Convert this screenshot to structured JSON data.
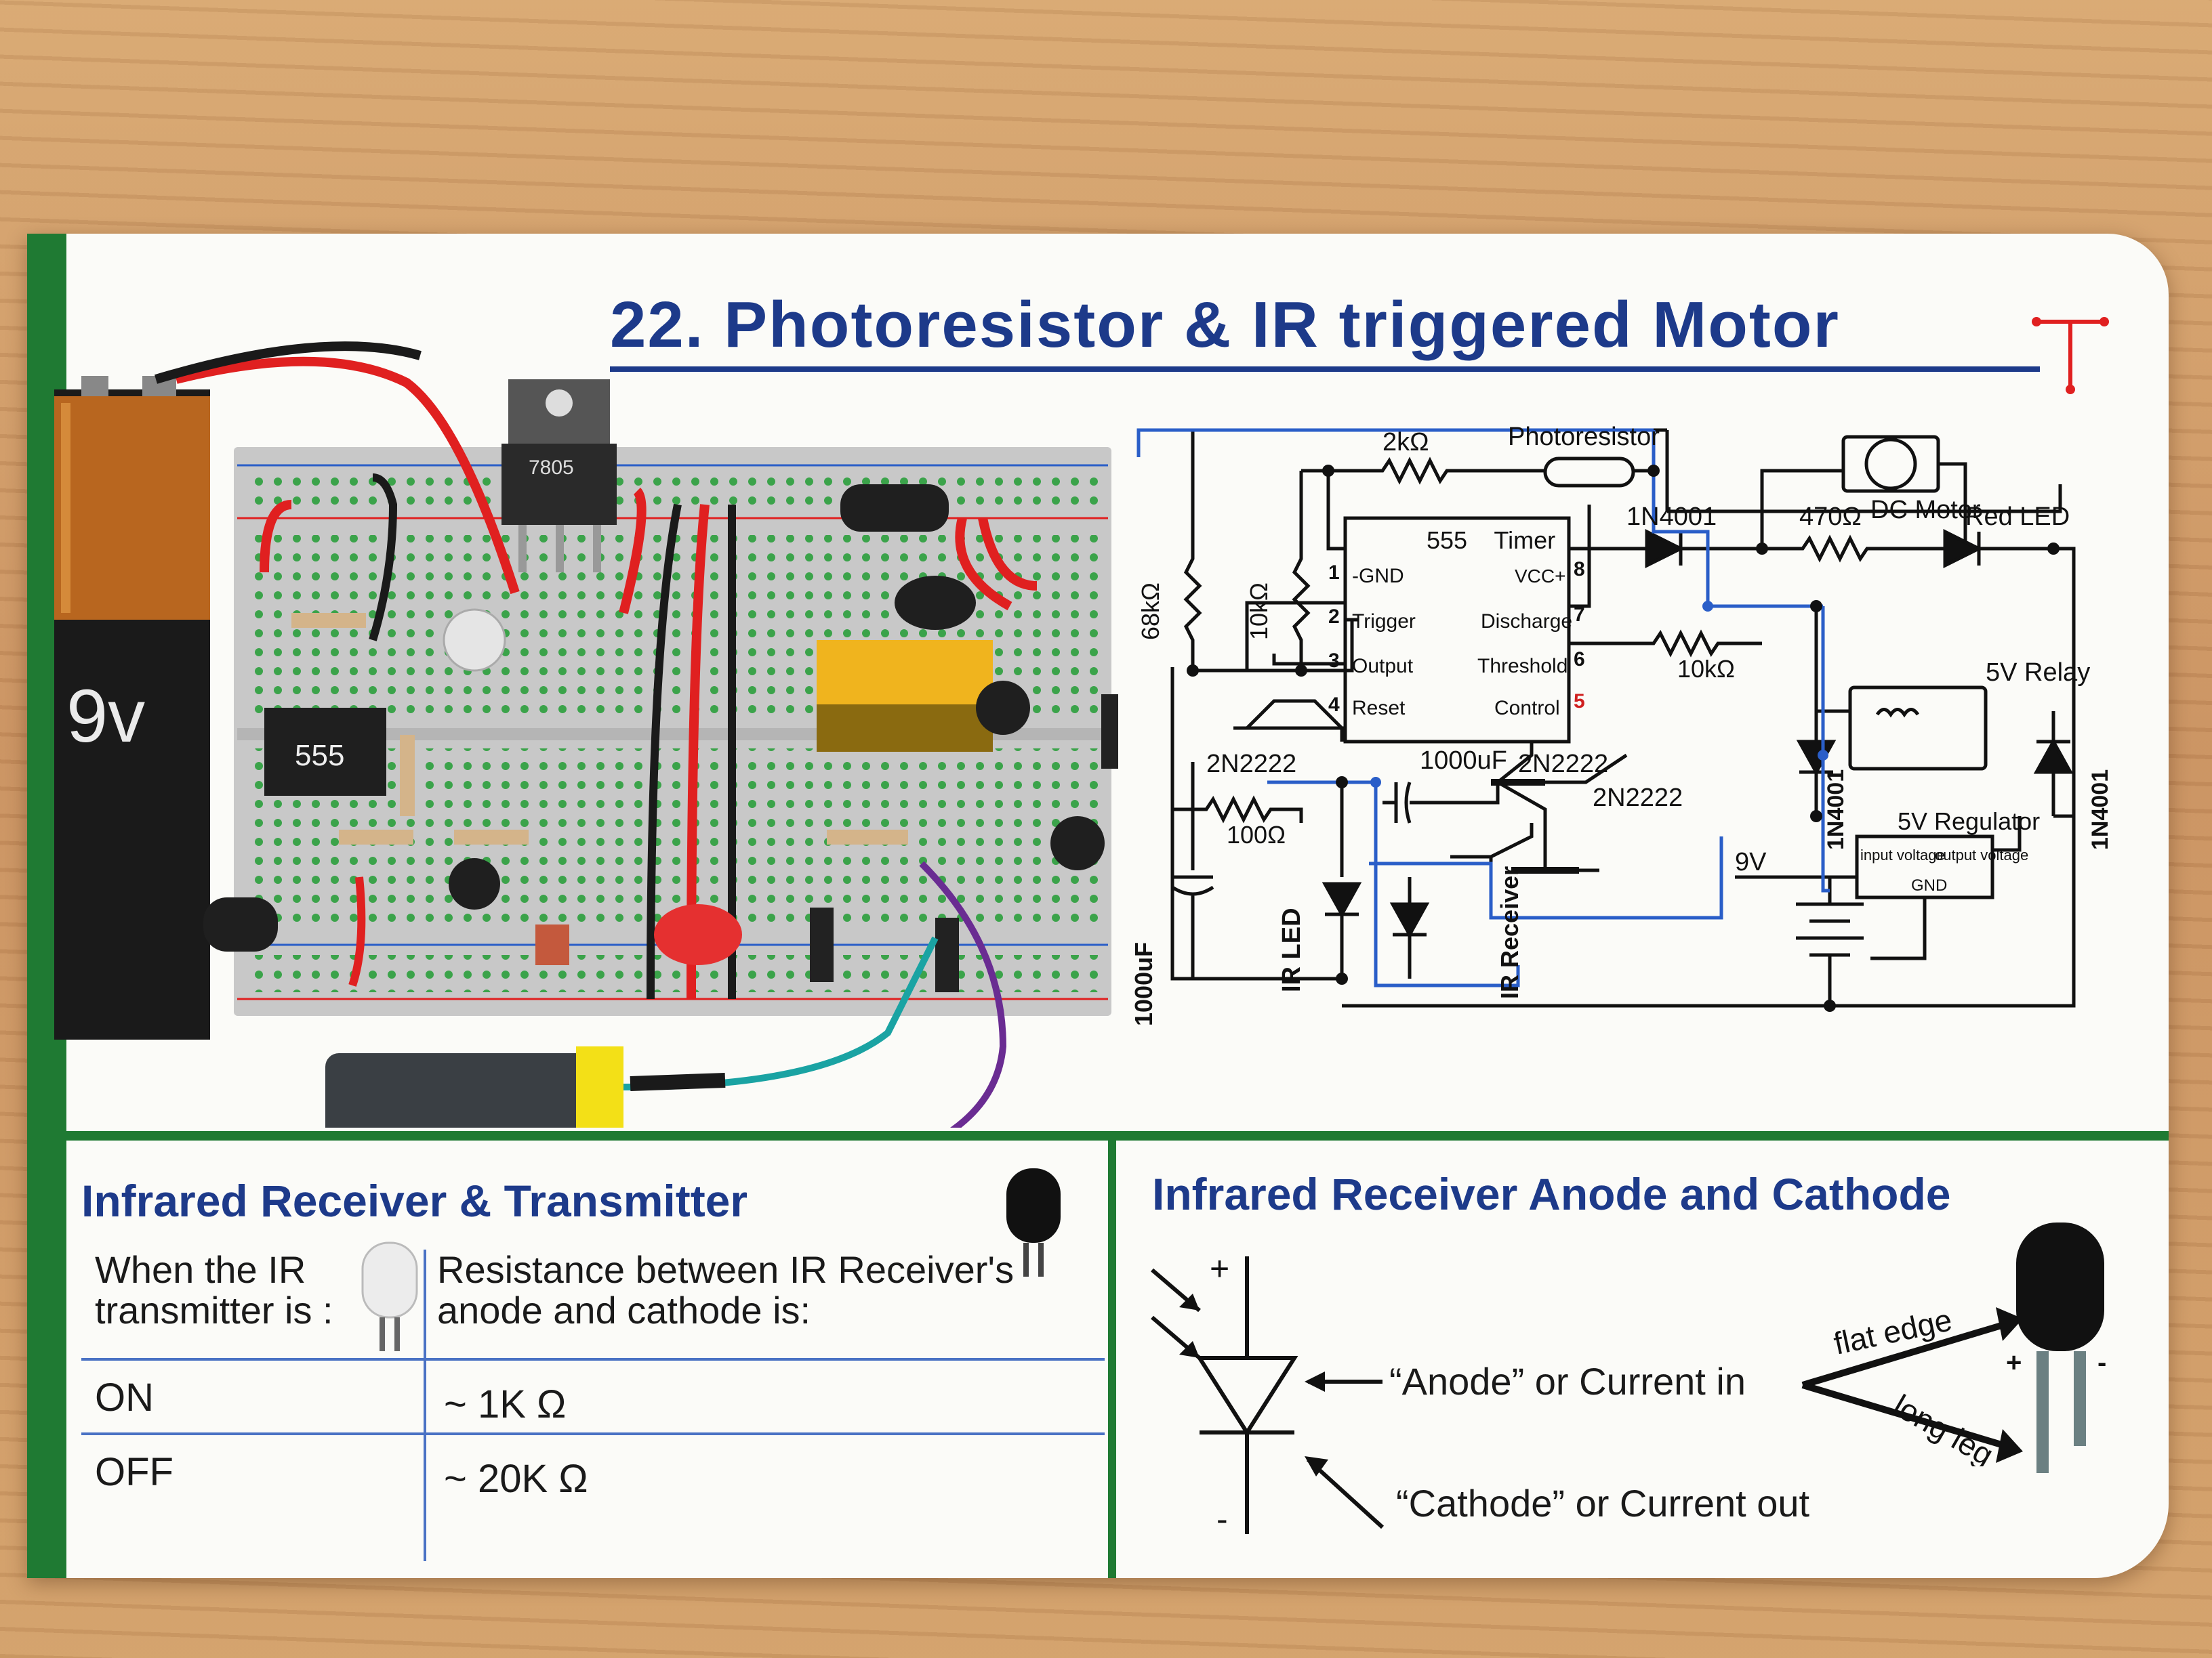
{
  "title": "22. Photoresistor & IR triggered Motor",
  "battery_label": "9v",
  "breadboard": {
    "regulator_label": "7805",
    "timer_label": "555"
  },
  "schematic": {
    "r_2k": "2kΩ",
    "photoresistor": "Photoresistor",
    "r_68k": "68kΩ",
    "r_10k_left": "10kΩ",
    "timer_title": "555    Timer",
    "pin_gnd": "-GND",
    "pin_vcc": "VCC+",
    "pin_trigger": "Trigger",
    "pin_discharge": "Discharge",
    "pin_output": "Output",
    "pin_threshold": "Threshold",
    "pin_reset": "Reset",
    "pin_control": "Control",
    "pin_num_1": "1",
    "pin_num_2": "2",
    "pin_num_3": "3",
    "pin_num_4": "4",
    "pin_num_5": "5",
    "pin_num_6": "6",
    "pin_num_7": "7",
    "pin_num_8": "8",
    "dc_motor": "DC Motor",
    "diode_top": "1N4001",
    "r_470": "470Ω",
    "red_led": "Red LED",
    "r_10k_right": "10kΩ",
    "relay": "5V Relay",
    "transistor_left": "2N2222",
    "cap_1000_mid": "1000uF",
    "transistor_mid": "2N2222",
    "transistor_low": "2N2222",
    "r_100": "100Ω",
    "ir_led": "IR LED",
    "ir_receiver": "IR Receiver",
    "cap_1000_left": "1000uF",
    "diode_left": "1N4001",
    "diode_right": "1N4001",
    "regulator": "5V Regulator",
    "reg_input": "input voltage",
    "reg_output": "output voltage",
    "reg_gnd": "GND",
    "battery_9v": "9V"
  },
  "ir_table": {
    "heading": "Infrared Receiver & Transmitter",
    "col1_header": "When the IR transmitter is :",
    "col2_header": "Resistance between IR Receiver's anode and cathode is:",
    "rows": [
      {
        "state": "ON",
        "resistance": "~ 1K Ω"
      },
      {
        "state": "OFF",
        "resistance": "~ 20K Ω"
      }
    ]
  },
  "anode_cathode": {
    "heading": "Infrared Receiver Anode and Cathode",
    "plus": "+",
    "minus": "-",
    "anode": "“Anode” or Current in",
    "cathode": "“Cathode” or Current out",
    "flat_edge": "flat edge",
    "long_leg": "long leg"
  },
  "colors": {
    "title_blue": "#1d3a8a",
    "rule_green": "#1f7a33",
    "wire_red": "#e02020",
    "wire_blue": "#2a5ec8",
    "breadboard_grey": "#c8c8c8"
  }
}
